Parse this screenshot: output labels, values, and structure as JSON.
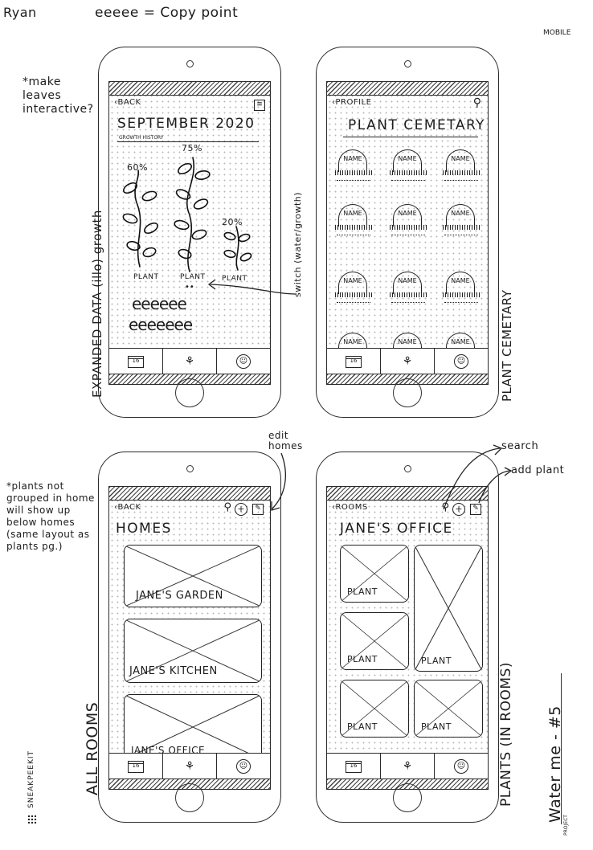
{
  "header": {
    "author": "Ryan",
    "legend": "eeeee = Copy point",
    "tag": "MOBILE"
  },
  "notes": {
    "make_leaves": "*make leaves interactive?",
    "expanded": "EXPANDED DATA (illo) growth",
    "switch": "switch (water/growth)",
    "plant_cemetary": "PLANT CEMETARY",
    "edit_homes": "edit homes",
    "plants_not_grouped": "*plants not grouped in home will show up below homes (same layout as plants pg.)",
    "search": "search",
    "add_plant": "add plant",
    "all_rooms": "ALL ROOMS",
    "plants_in_rooms": "PLANTS (IN ROOMS)"
  },
  "brand": "SNEAKPEEKIT",
  "project": {
    "title": "Water me - #5",
    "label": "PROJECT"
  },
  "screen_growth": {
    "back": "‹BACK",
    "menu_icon": "list-icon",
    "title": "SEPTEMBER 2020",
    "subtitle": "GROWTH HISTORY",
    "plants": [
      {
        "percent": "60%",
        "label": "PLANT"
      },
      {
        "percent": "75%",
        "label": "PLANT"
      },
      {
        "percent": "20%",
        "label": "PLANT"
      }
    ],
    "pager": "••",
    "copy1": "eeeeee",
    "copy2": "eeeeeee"
  },
  "screen_cemetary": {
    "back": "‹PROFILE",
    "title": "PLANT CEMETARY",
    "graves": [
      "NAME",
      "NAME",
      "NAME",
      "NAME",
      "NAME",
      "NAME",
      "NAME",
      "NAME",
      "NAME",
      "NAME",
      "NAME",
      "NAME"
    ]
  },
  "screen_homes": {
    "back": "‹BACK",
    "title": "HOMES",
    "homes": [
      "JANE'S GARDEN",
      "JANE'S KITCHEN",
      "JANE'S OFFICE"
    ]
  },
  "screen_office": {
    "back": "‹ROOMS",
    "title": "JANE'S OFFICE",
    "plants": [
      "PLANT",
      "PLANT",
      "PLANT",
      "PLANT",
      "PLANT"
    ]
  },
  "tabbar": {
    "calendar_label": "16",
    "calendar_icon": "calendar-icon",
    "plant_icon": "sprout-icon",
    "profile_icon": "profile-icon"
  }
}
